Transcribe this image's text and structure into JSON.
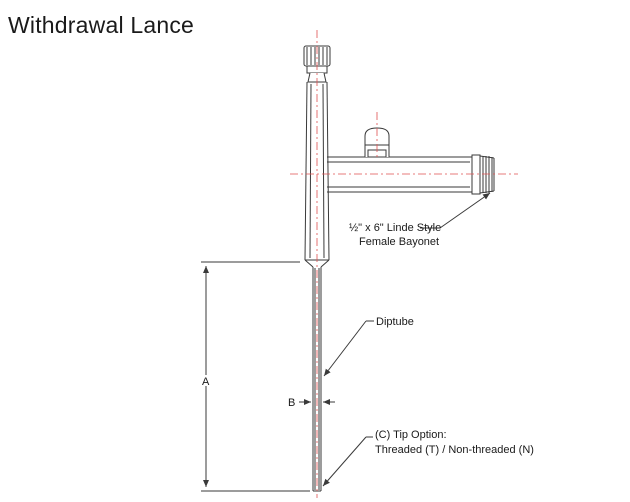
{
  "title": "Withdrawal Lance",
  "labels": {
    "bayonet_line1": "½\" x 6\" Linde Style",
    "bayonet_line2": "Female Bayonet",
    "diptube": "Diptube",
    "tip_line1": "(C) Tip Option:",
    "tip_line2": "Threaded (T) / Non-threaded (N)",
    "dim_a": "A",
    "dim_b": "B"
  },
  "colors": {
    "line": "#3a3a3a",
    "centerline": "#e05050",
    "text": "#1a1a1a"
  }
}
